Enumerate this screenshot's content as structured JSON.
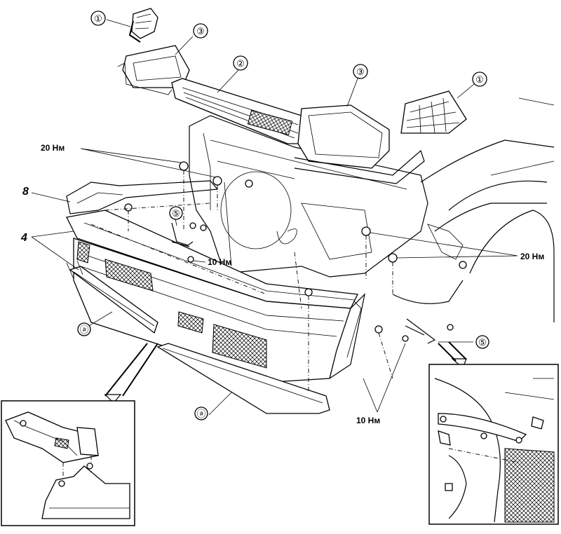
{
  "callouts": {
    "turn_signal_left": "①",
    "turn_signal_right": "①",
    "grille": "②",
    "headlamp_left": "③",
    "headlamp_right": "③",
    "bracket_left": "⑤",
    "bracket_right": "⑤",
    "spoiler_upper": "ⓐ",
    "spoiler_lower": "ⓐ",
    "bumper_absorber": "8",
    "bumper_cover": "4"
  },
  "torques": {
    "upper_left": "20 Нм",
    "bracket_left": "10 Нм",
    "right_side": "20 Нм",
    "bracket_right": "10 Нм"
  }
}
